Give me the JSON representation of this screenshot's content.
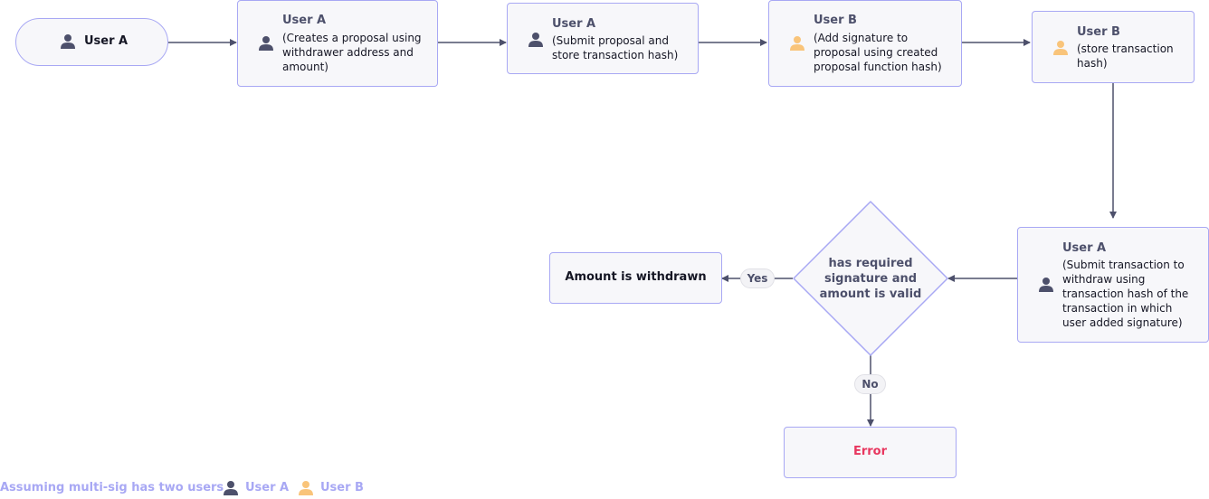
{
  "start": {
    "label": "User A"
  },
  "steps": [
    {
      "user": "User A",
      "text": [
        "(Creates a proposal using",
        "withdrawer address and",
        "amount)"
      ]
    },
    {
      "user": "User A",
      "text": [
        "(Submit proposal and",
        "store transaction hash)"
      ]
    },
    {
      "user": "User B",
      "text": [
        "(Add signature to",
        "proposal using created",
        "proposal function hash)"
      ]
    },
    {
      "user": "User B",
      "text": [
        "(store transaction",
        "hash)"
      ]
    },
    {
      "user": "User A",
      "text": [
        "(Submit transaction to",
        "withdraw using",
        "transaction hash of the",
        "transaction in which",
        "user added signature)"
      ]
    }
  ],
  "decision": {
    "lines": [
      "has required",
      "signature and",
      "amount is valid"
    ]
  },
  "branches": {
    "yes": "Yes",
    "no": "No"
  },
  "results": {
    "success": "Amount is withdrawn",
    "error": "Error"
  },
  "legend": {
    "caption": "Assuming multi-sig has two users",
    "user_a": "User A",
    "user_b": "User B"
  },
  "colors": {
    "user_a": "#4d506b",
    "user_b": "#f9c47a",
    "border": "#a8a8f4",
    "error": "#e8375f",
    "line": "#4d506b"
  }
}
